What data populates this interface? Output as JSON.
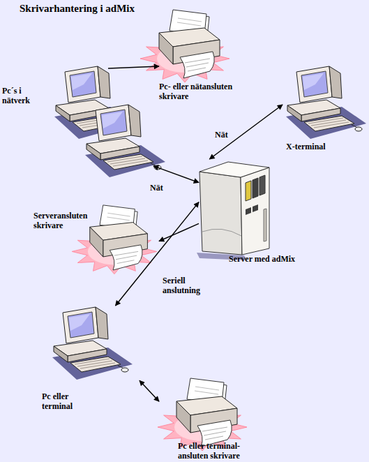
{
  "diagram": {
    "title": "Skrivarhantering i adMix",
    "nodes": [
      {
        "text": [
          "Pc´s i nätverk"
        ]
      },
      {
        "text": [
          "Pc- eller nätansluten skrivare"
        ]
      },
      {
        "text": [
          "X-terminal"
        ]
      },
      {
        "text": [
          "Server med adMix"
        ]
      },
      {
        "text": [
          "Serveransluten skrivare"
        ]
      },
      {
        "text": [
          "Pc eller terminal"
        ]
      },
      {
        "text": [
          "Pc eller terminal- ansluten skrivare"
        ]
      }
    ],
    "edges": [
      {
        "from": 0,
        "to": 1,
        "arrow": "to"
      },
      {
        "from": 0,
        "to": 3,
        "label": "Nät",
        "arrow": "both"
      },
      {
        "from": 3,
        "to": 2,
        "label": "Nät",
        "arrow": "both"
      },
      {
        "from": 3,
        "to": 4,
        "arrow": "to"
      },
      {
        "from": 3,
        "to": 5,
        "label": "Seriell anslutning",
        "arrow": "both"
      },
      {
        "from": 5,
        "to": 6,
        "arrow": "both"
      }
    ]
  }
}
